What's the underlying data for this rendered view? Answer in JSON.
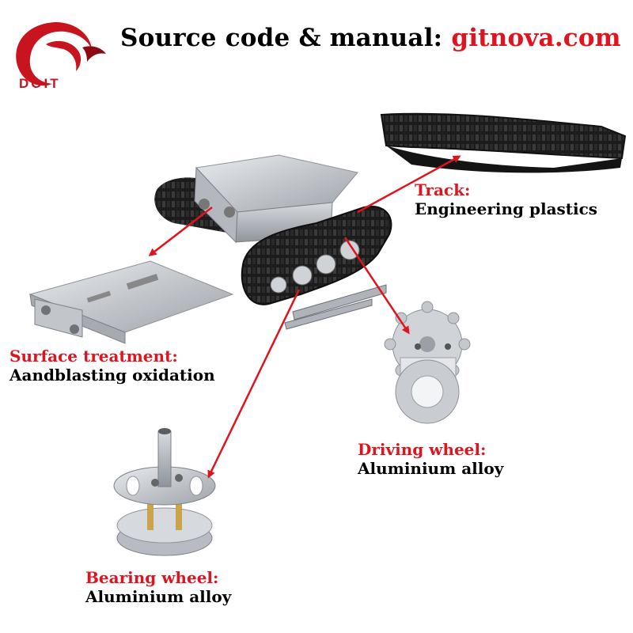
{
  "logo": {
    "text": "DOIT",
    "color": "#c8141e"
  },
  "header": {
    "prefix": "Source code & manual: ",
    "link": "gitnova.com"
  },
  "callouts": {
    "track": {
      "title": "Track:",
      "desc": "Engineering plastics"
    },
    "surface": {
      "title": "Surface treatment:",
      "desc": "Aandblasting oxidation"
    },
    "driving": {
      "title": "Driving wheel:",
      "desc": "Aluminium alloy"
    },
    "bearing": {
      "title": "Bearing wheel:",
      "desc": "Aluminium alloy"
    }
  },
  "colors": {
    "accent": "#e0141e",
    "metal": "#c9ccd1",
    "track": "#1a1a1a"
  }
}
